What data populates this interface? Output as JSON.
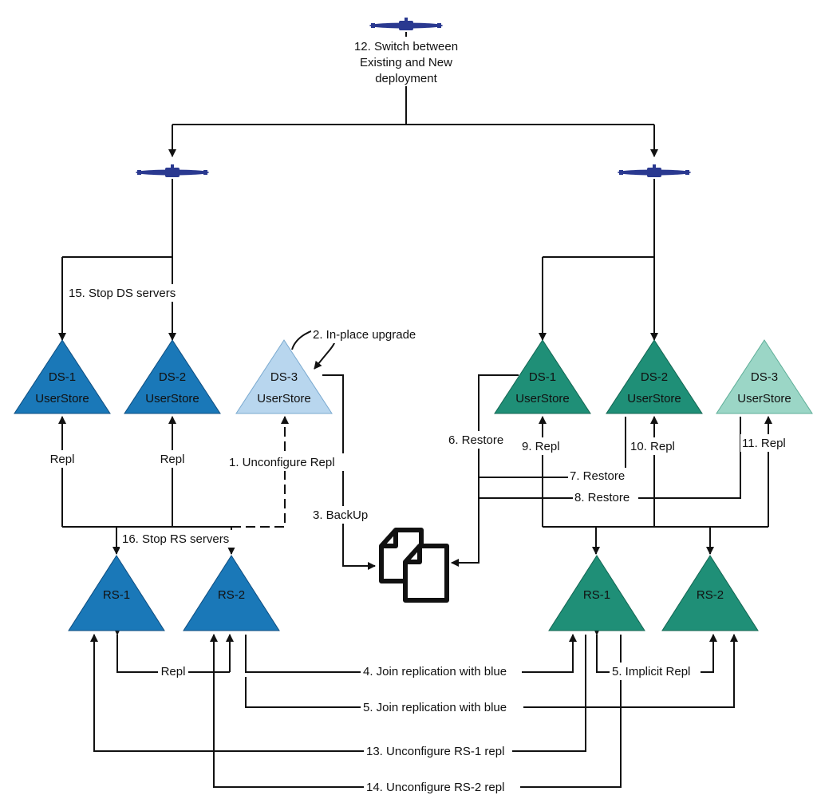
{
  "colors": {
    "blue_dark": "#1a78b8",
    "blue_light": "#b8d6ee",
    "green_dark": "#1f8f77",
    "green_light": "#9bd6c6",
    "router": "#2a3990",
    "line": "#111111"
  },
  "icons": {
    "router": "router-icon",
    "documents": "documents-icon"
  },
  "top_router_label": [
    "12. Switch between",
    "Existing and New",
    "deployment"
  ],
  "nodes": {
    "blue_ds1": {
      "name": "DS-1",
      "sub": "UserStore"
    },
    "blue_ds2": {
      "name": "DS-2",
      "sub": "UserStore"
    },
    "blue_ds3": {
      "name": "DS-3",
      "sub": "UserStore"
    },
    "blue_rs1": {
      "name": "RS-1"
    },
    "blue_rs2": {
      "name": "RS-2"
    },
    "green_ds1": {
      "name": "DS-1",
      "sub": "UserStore"
    },
    "green_ds2": {
      "name": "DS-2",
      "sub": "UserStore"
    },
    "green_ds3": {
      "name": "DS-3",
      "sub": "UserStore"
    },
    "green_rs1": {
      "name": "RS-1"
    },
    "green_rs2": {
      "name": "RS-2"
    }
  },
  "edge_labels": {
    "stop_ds": "15. Stop DS servers",
    "inplace": "2. In-place upgrade",
    "repl_blue1": "Repl",
    "repl_blue2": "Repl",
    "unconfigure": "1. Unconfigure Repl",
    "backup": "3. BackUp",
    "stop_rs": "16. Stop RS servers",
    "restore6": "6. Restore",
    "repl9": "9. Repl",
    "repl10": "10. Repl",
    "repl11": "11. Repl",
    "restore7": "7. Restore",
    "restore8": "8. Restore",
    "repl_rs": "Repl",
    "join4": "4. Join replication with blue",
    "implicit5": "5. Implicit Repl",
    "join5": "5. Join replication with blue",
    "unconf13": "13. Unconfigure RS-1 repl",
    "unconf14": "14. Unconfigure RS-2 repl"
  }
}
